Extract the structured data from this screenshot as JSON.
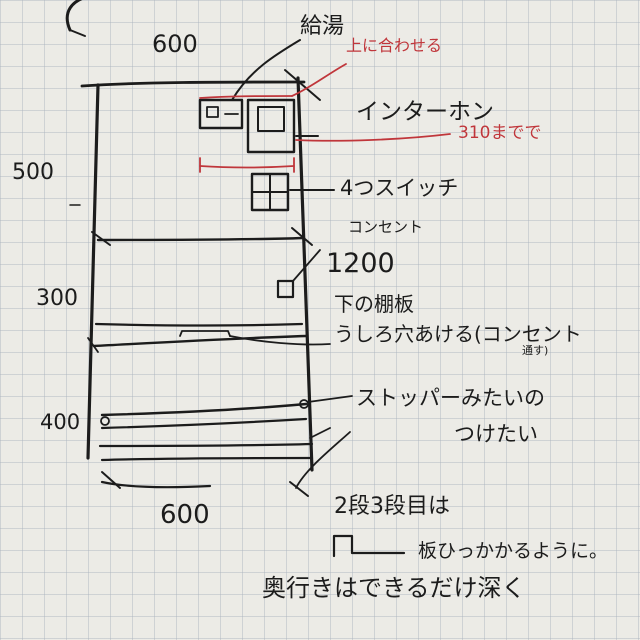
{
  "notes": {
    "kyuto": "給湯",
    "width_top": "600",
    "align_top": "上に合わせる",
    "intercom": "インターホン",
    "until_310": "310までで",
    "switch4": "4つスイッチ",
    "height_500": "500",
    "outlet": "コンセント",
    "height_1200": "1200",
    "height_300": "300",
    "lower_shelf": "下の棚板",
    "hole_back": "うしろ穴あける(コンセント",
    "hole_back_small": "通す)",
    "height_400": "400",
    "stopper_1": "ストッパーみたいの",
    "stopper_2": "つけたい",
    "width_bottom": "600",
    "shelf_2_3": "2段3段目は",
    "board_hook": "板ひっかかるように。",
    "depth_note": "奥行きはできるだけ深く"
  },
  "colors": {
    "ink": "#1c1c1c",
    "red_ink": "#c0363b",
    "paper": "#ecebe6",
    "grid": "#aab4be"
  }
}
